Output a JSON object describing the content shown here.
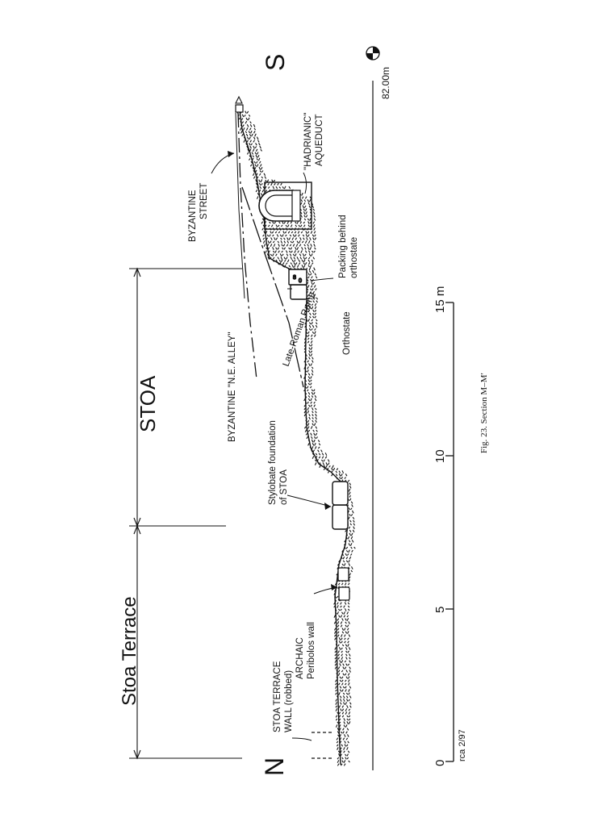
{
  "orientation": {
    "north": "N",
    "south": "S",
    "datum": "82.00m"
  },
  "zones": {
    "stoa_terrace": "Stoa Terrace",
    "stoa": "STOA"
  },
  "labels": {
    "stoa_terrace_wall_1": "STOA TERRACE",
    "stoa_terrace_wall_2": "WALL (robbed)",
    "archaic_1": "ARCHAIC",
    "archaic_2": "Peribolos wall",
    "stylobate_1": "Stylobate foundation",
    "stylobate_2": "of STOA",
    "ne_alley": "BYZANTINE \"N.E. ALLEY\"",
    "late_roman_ramp": "Late-Roman Ramp",
    "orthostate": "Orthostate",
    "packing_1": "Packing behind",
    "packing_2": "orthostate",
    "byz_street_1": "BYZANTINE",
    "byz_street_2": "STREET",
    "aqueduct_1": "\"HADRIANIC\"",
    "aqueduct_2": "AQUEDUCT"
  },
  "scale": {
    "ticks": [
      "0",
      "5",
      "10",
      "15 m"
    ],
    "credit": "rca 2/97"
  },
  "caption": "Fig. 23. Section M–M′"
}
